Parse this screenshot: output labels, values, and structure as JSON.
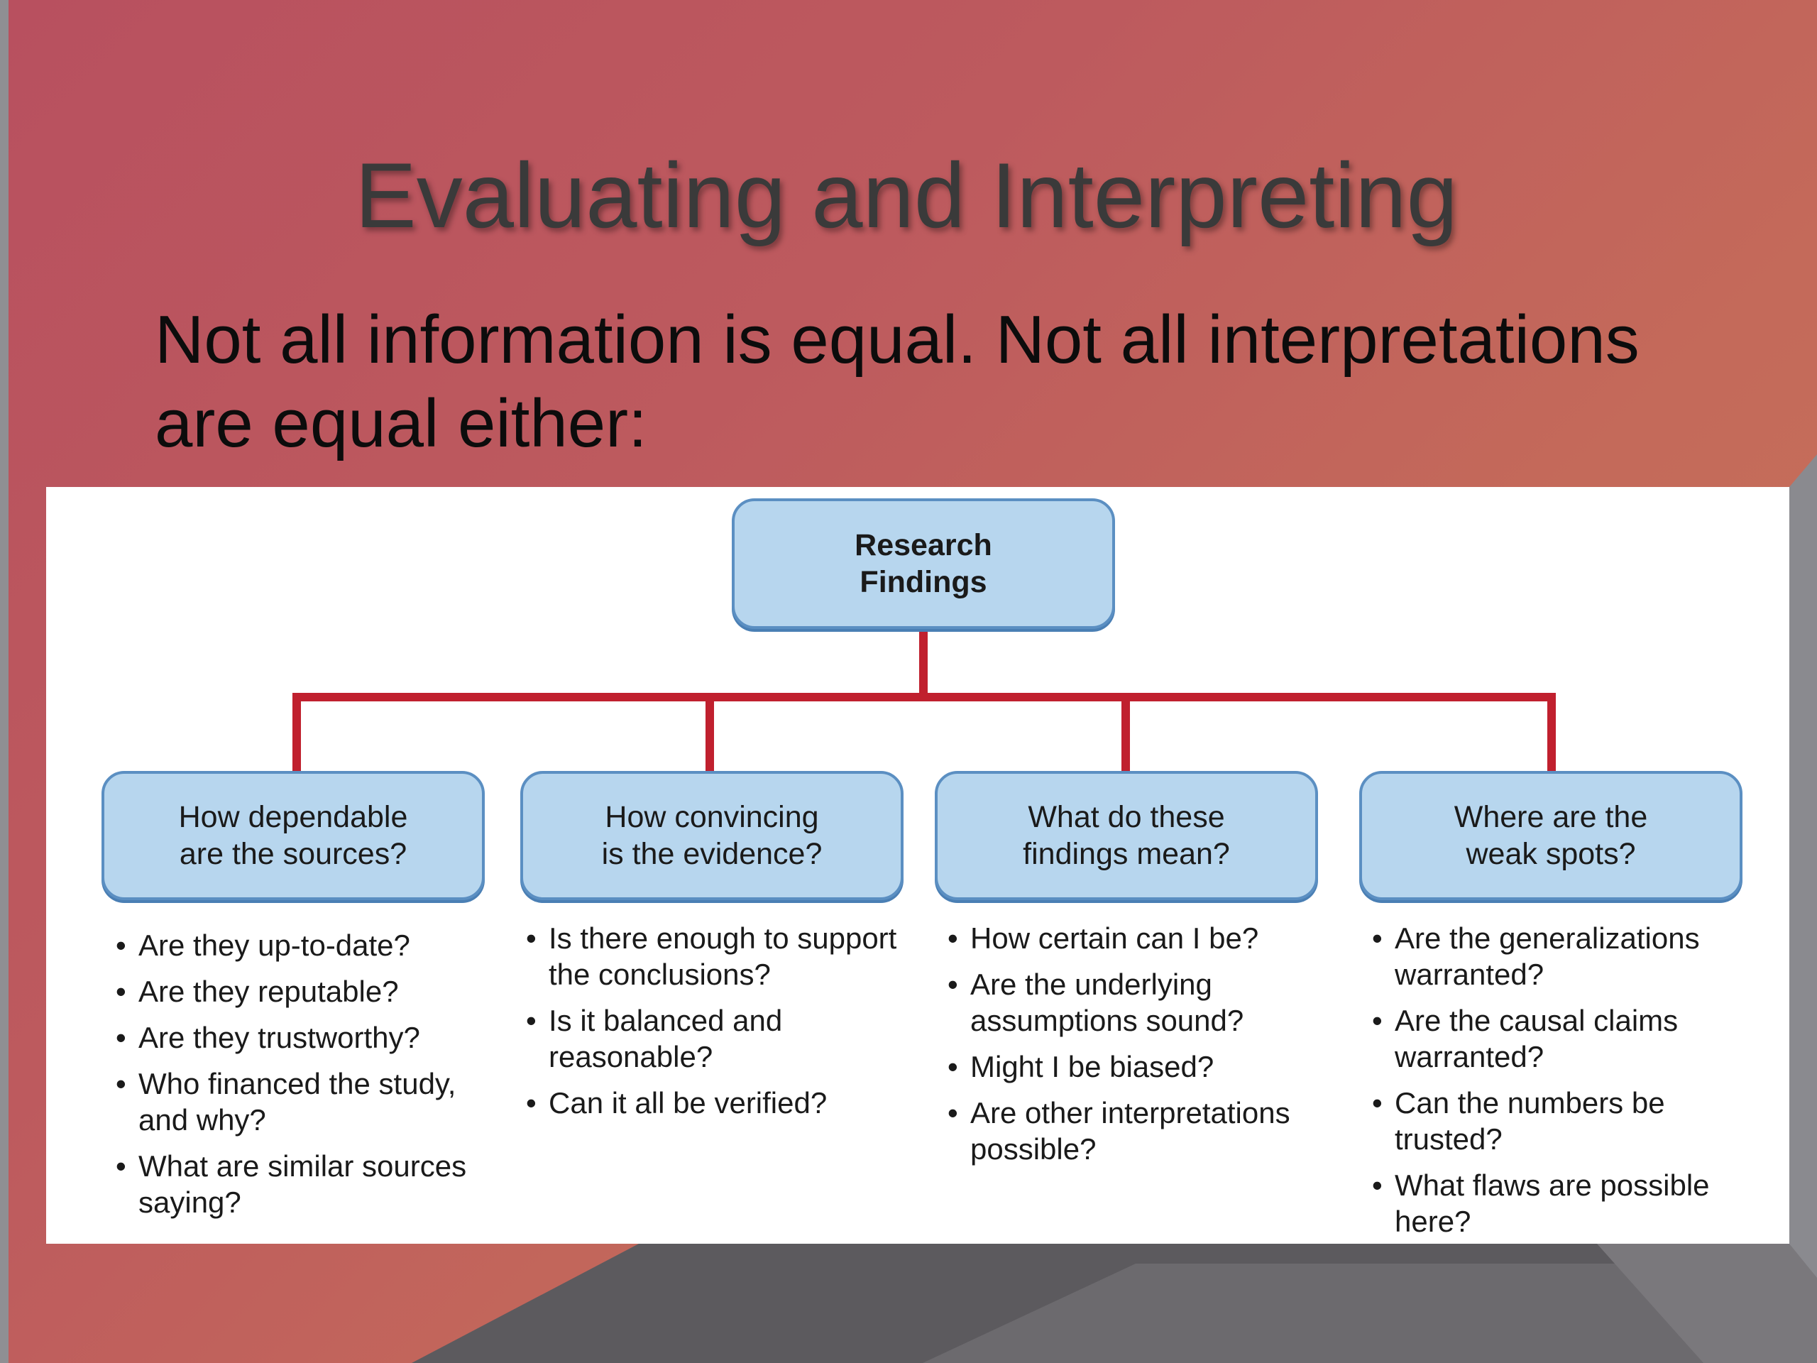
{
  "slide": {
    "title": "Evaluating and Interpreting",
    "subtitle": "Not all information is equal. Not all interpretations are equal either:"
  },
  "diagram": {
    "root": {
      "label": "Research\nFindings"
    },
    "categories": [
      {
        "label": "How dependable\nare the sources?",
        "questions": [
          "Are they up-to-date?",
          "Are they reputable?",
          "Are they trustworthy?",
          "Who financed the study, and why?",
          "What are similar sources saying?"
        ]
      },
      {
        "label": "How convincing\nis the evidence?",
        "questions": [
          "Is there enough to support the conclusions?",
          "Is it balanced and reasonable?",
          "Can it all be verified?"
        ]
      },
      {
        "label": "What do these\nfindings mean?",
        "questions": [
          "How certain can I be?",
          "Are the underlying assumptions sound?",
          "Might I be biased?",
          "Are other interpretations possible?"
        ]
      },
      {
        "label": "Where are the\nweak spots?",
        "questions": [
          "Are the generalizations warranted?",
          "Are the causal claims warranted?",
          "Can the numbers be trusted?",
          "What flaws are possible here?"
        ]
      }
    ]
  },
  "colors": {
    "node_fill": "#b7d6ee",
    "node_border": "#5b8fc2",
    "connector": "#c0202e"
  }
}
